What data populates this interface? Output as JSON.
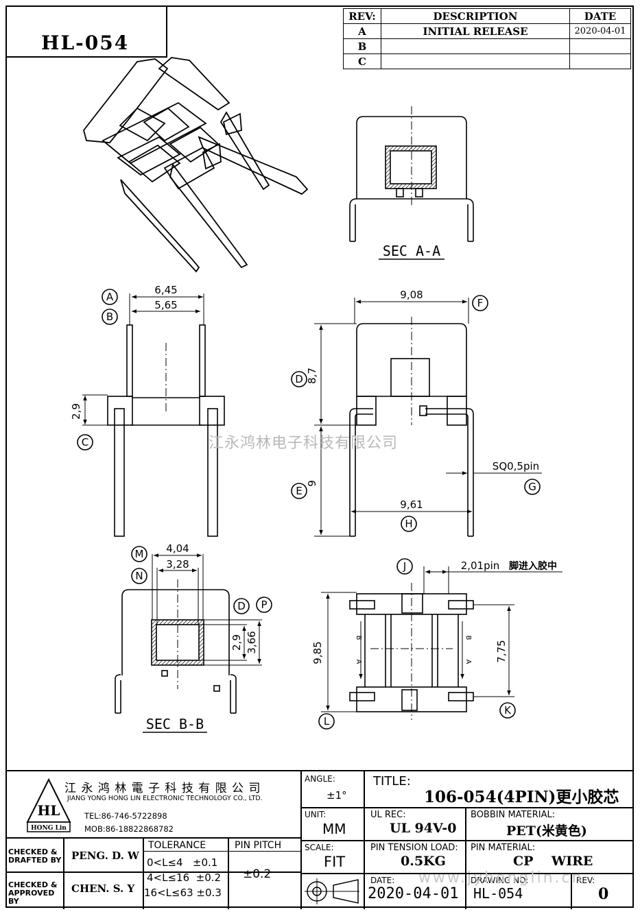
{
  "part_number": "HL-054",
  "revision_table": {
    "headers": [
      "REV:",
      "DESCRIPTION",
      "DATE"
    ],
    "rows": [
      {
        "rev": "A",
        "description": "INITIAL  RELEASE",
        "date": "2020-04-01"
      },
      {
        "rev": "B",
        "description": "",
        "date": ""
      },
      {
        "rev": "C",
        "description": "",
        "date": ""
      }
    ]
  },
  "views": {
    "sec_aa": "SEC  A-A",
    "sec_bb": "SEC  B-B"
  },
  "dimensions": {
    "d645": "6,45",
    "d565": "5,65",
    "d29": "2,9",
    "d908": "9,08",
    "d87": "8,7",
    "d9": "9",
    "d961": "9,61",
    "sq": "SQ0,5pin",
    "d404": "4,04",
    "d328": "3,28",
    "d29b": "2,9",
    "d366": "3,66",
    "d201": "2,01pin",
    "d201_note": "脚进入胶中",
    "d985": "9,85",
    "d775": "7,75"
  },
  "labels": {
    "A": "A",
    "B": "B",
    "C": "C",
    "D": "D",
    "E": "E",
    "F": "F",
    "G": "G",
    "H": "H",
    "J": "J",
    "K": "K",
    "L": "L",
    "M": "M",
    "N": "N",
    "O": "D",
    "P": "P",
    "side_a": "A",
    "side_b": "B"
  },
  "watermark": "江永鸿林电子科技有限公司",
  "watermark_url": "www.jyhonglin.cn",
  "company": {
    "name_cn": "江 永 鸿 林 電 子 科 技 有 限 公 司",
    "name_en": "JIANG YONG HONG LIN ELECTRONIC TECHNOLOGY CO., LTD.",
    "logo_text": "HL",
    "logo_sub": "HONG Lin",
    "tel": "TEL:86-746-5722898",
    "mob": "MOB:86-18822868782"
  },
  "title_block": {
    "angle_label": "ANGLE:",
    "angle_value": "±1°",
    "title_label": "TITLE:",
    "title_value": "106-054(4PIN)更小胶芯",
    "unit_label": "UNIT:",
    "unit_value": "MM",
    "ul_label": "UL REC:",
    "ul_value": "UL 94V-0",
    "bobbin_label": "BOBBIN MATERIAL:",
    "bobbin_value": "PET(米黄色)",
    "checked_drafted_label": "CHECKED & DRAFTED BY",
    "checked_drafted_value": "PENG. D. W",
    "checked_approved_label": "CHECKED & APPROVED BY",
    "checked_approved_value": "CHEN. S. Y",
    "tolerance_label": "TOLERANCE",
    "tolerance_rows": [
      "0<L≤4   ±0.1",
      "4<L≤16  ±0.2",
      "16<L≤63 ±0.3"
    ],
    "pin_pitch_label": "PIN PITCH",
    "pin_pitch_value": "±0.2",
    "scale_label": "SCALE:",
    "scale_value": "FIT",
    "tension_label": "PIN TENSION LOAD:",
    "tension_value": "0.5KG",
    "pin_material_label": "PIN MATERIAL:",
    "pin_material_value": "CP    WIRE",
    "date_label": "DATE:",
    "date_value": "2020-04-01",
    "drawing_no_label": "DRAWING NO:",
    "drawing_no_value": "HL-054",
    "rev_label": "REV:",
    "rev_value": "0"
  }
}
